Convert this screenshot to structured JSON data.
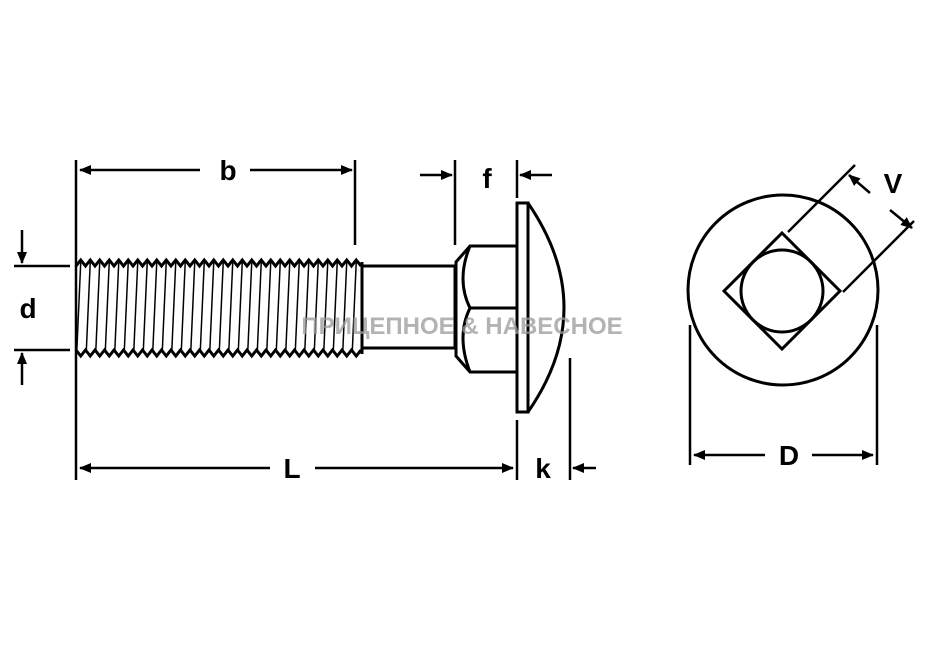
{
  "title": "Carriage bolt dimensions",
  "labels": {
    "b": "b",
    "f": "f",
    "d": "d",
    "L": "L",
    "k": "k",
    "D": "D",
    "V": "V"
  },
  "watermark": "ПРИЦЕПНОЕ & НАВЕСНОЕ",
  "colors": {
    "line": "#000000",
    "watermark": "#9a9a9a"
  }
}
